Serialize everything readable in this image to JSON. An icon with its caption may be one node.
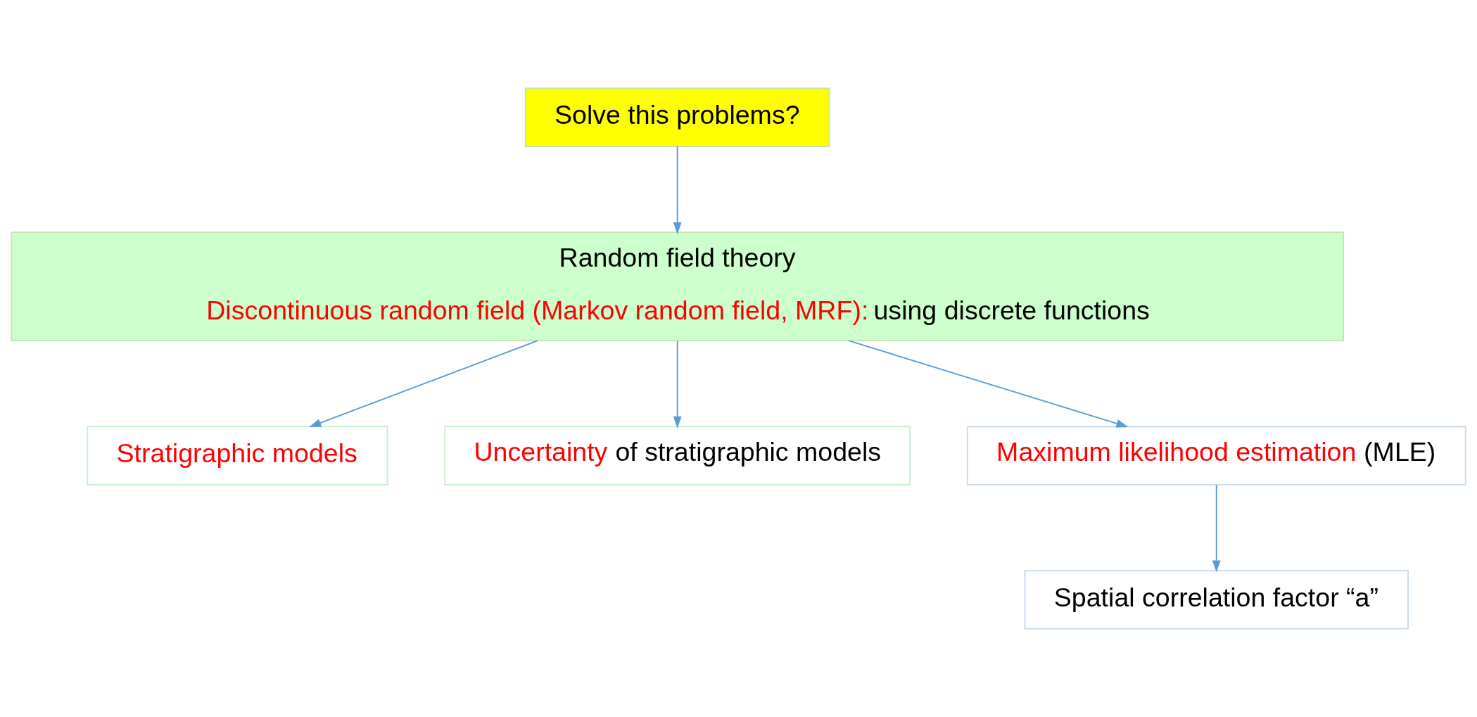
{
  "diagram": {
    "nodes": [
      {
        "text": [
          "Solve this problems?"
        ]
      },
      {
        "text": [
          "Random field theory",
          "Discontinuous random field (Markov random field, MRF):",
          "using discrete functions"
        ]
      },
      {
        "text": [
          "Stratigraphic models"
        ]
      },
      {
        "text": [
          "Uncertainty",
          "of stratigraphic models"
        ]
      },
      {
        "text": [
          "Maximum likelihood estimation",
          "(MLE)"
        ]
      },
      {
        "text": [
          "Spatial correlation factor “a”"
        ]
      }
    ],
    "edges": [
      {
        "from": 0,
        "to": 1,
        "arrow": "to"
      },
      {
        "from": 1,
        "to": 2,
        "arrow": "to"
      },
      {
        "from": 1,
        "to": 3,
        "arrow": "to"
      },
      {
        "from": 1,
        "to": 4,
        "arrow": "to"
      },
      {
        "from": 4,
        "to": 5,
        "arrow": "to"
      }
    ]
  }
}
